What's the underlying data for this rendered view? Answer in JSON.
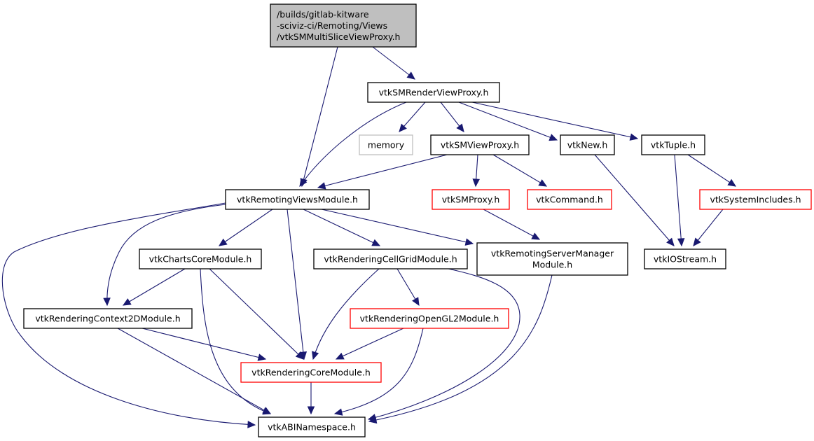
{
  "diagram": {
    "type": "include-dependency-graph",
    "colors": {
      "edge": "#191970",
      "root_fill": "#bfbfbf",
      "normal_border": "#000000",
      "external_border": "#bfbfbf",
      "truncated_border": "#ff0000",
      "node_fill": "#ffffff"
    },
    "nodes": [
      {
        "id": "root",
        "lines": [
          "/builds/gitlab-kitware",
          "-sciviz-ci/Remoting/Views",
          "/vtkSMMultiSliceViewProxy.h"
        ],
        "style": "root"
      },
      {
        "id": "renderviewproxy",
        "lines": [
          "vtkSMRenderViewProxy.h"
        ],
        "style": "normal"
      },
      {
        "id": "memory",
        "lines": [
          "memory"
        ],
        "style": "external"
      },
      {
        "id": "viewproxy",
        "lines": [
          "vtkSMViewProxy.h"
        ],
        "style": "normal"
      },
      {
        "id": "vtknew",
        "lines": [
          "vtkNew.h"
        ],
        "style": "normal"
      },
      {
        "id": "vtktuple",
        "lines": [
          "vtkTuple.h"
        ],
        "style": "normal"
      },
      {
        "id": "remotingviews",
        "lines": [
          "vtkRemotingViewsModule.h"
        ],
        "style": "normal"
      },
      {
        "id": "smproxy",
        "lines": [
          "vtkSMProxy.h"
        ],
        "style": "truncated"
      },
      {
        "id": "command",
        "lines": [
          "vtkCommand.h"
        ],
        "style": "truncated"
      },
      {
        "id": "systemincludes",
        "lines": [
          "vtkSystemIncludes.h"
        ],
        "style": "truncated"
      },
      {
        "id": "chartscore",
        "lines": [
          "vtkChartsCoreModule.h"
        ],
        "style": "normal"
      },
      {
        "id": "cellgrid",
        "lines": [
          "vtkRenderingCellGridModule.h"
        ],
        "style": "normal"
      },
      {
        "id": "servermanager",
        "lines": [
          "vtkRemotingServerManager",
          "Module.h"
        ],
        "style": "normal"
      },
      {
        "id": "iostream",
        "lines": [
          "vtkIOStream.h"
        ],
        "style": "normal"
      },
      {
        "id": "context2d",
        "lines": [
          "vtkRenderingContext2DModule.h"
        ],
        "style": "normal"
      },
      {
        "id": "opengl2",
        "lines": [
          "vtkRenderingOpenGL2Module.h"
        ],
        "style": "truncated"
      },
      {
        "id": "renderingcore",
        "lines": [
          "vtkRenderingCoreModule.h"
        ],
        "style": "truncated"
      },
      {
        "id": "abinamespace",
        "lines": [
          "vtkABINamespace.h"
        ],
        "style": "normal"
      }
    ],
    "edges": [
      {
        "from": "root",
        "to": "renderviewproxy"
      },
      {
        "from": "root",
        "to": "remotingviews"
      },
      {
        "from": "renderviewproxy",
        "to": "memory"
      },
      {
        "from": "renderviewproxy",
        "to": "viewproxy"
      },
      {
        "from": "renderviewproxy",
        "to": "vtknew"
      },
      {
        "from": "renderviewproxy",
        "to": "vtktuple"
      },
      {
        "from": "renderviewproxy",
        "to": "remotingviews"
      },
      {
        "from": "viewproxy",
        "to": "remotingviews"
      },
      {
        "from": "viewproxy",
        "to": "smproxy"
      },
      {
        "from": "viewproxy",
        "to": "command"
      },
      {
        "from": "vtknew",
        "to": "iostream"
      },
      {
        "from": "vtktuple",
        "to": "iostream"
      },
      {
        "from": "vtktuple",
        "to": "systemincludes"
      },
      {
        "from": "systemincludes",
        "to": "iostream"
      },
      {
        "from": "smproxy",
        "to": "servermanager"
      },
      {
        "from": "remotingviews",
        "to": "chartscore"
      },
      {
        "from": "remotingviews",
        "to": "cellgrid"
      },
      {
        "from": "remotingviews",
        "to": "servermanager"
      },
      {
        "from": "remotingviews",
        "to": "context2d"
      },
      {
        "from": "remotingviews",
        "to": "renderingcore"
      },
      {
        "from": "remotingviews",
        "to": "abinamespace"
      },
      {
        "from": "chartscore",
        "to": "context2d"
      },
      {
        "from": "chartscore",
        "to": "renderingcore"
      },
      {
        "from": "chartscore",
        "to": "abinamespace"
      },
      {
        "from": "cellgrid",
        "to": "opengl2"
      },
      {
        "from": "cellgrid",
        "to": "renderingcore"
      },
      {
        "from": "cellgrid",
        "to": "abinamespace"
      },
      {
        "from": "servermanager",
        "to": "abinamespace"
      },
      {
        "from": "context2d",
        "to": "renderingcore"
      },
      {
        "from": "context2d",
        "to": "abinamespace"
      },
      {
        "from": "opengl2",
        "to": "renderingcore"
      },
      {
        "from": "opengl2",
        "to": "abinamespace"
      },
      {
        "from": "renderingcore",
        "to": "abinamespace"
      }
    ]
  }
}
